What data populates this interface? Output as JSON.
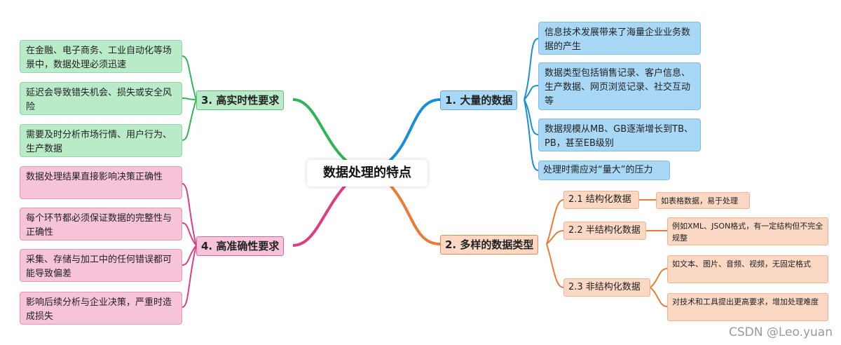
{
  "root": {
    "label": "数据处理的特点"
  },
  "branches": [
    {
      "label": "1. 大量的数据",
      "color": "#1a8ed8",
      "children": [
        "信息技术发展带来了海量企业业务数据的产生",
        "数据类型包括销售记录、客户信息、生产数据、网页浏览记录、社交互动等",
        "数据规模从MB、GB逐渐增长到TB、PB，甚至EB级别",
        "处理时需应对“量大”的压力"
      ]
    },
    {
      "label": "2. 多样的数据类型",
      "color": "#ec7a35",
      "children": [
        {
          "label": "2.1 结构化数据",
          "details": [
            "如表格数据，易于处理"
          ]
        },
        {
          "label": "2.2 半结构化数据",
          "details": [
            "例如XML、JSON格式，有一定结构但不完全规整"
          ]
        },
        {
          "label": "2.3 非结构化数据",
          "details": [
            "如文本、图片、音频、视频，无固定格式",
            "对技术和工具提出更高要求，增加处理难度"
          ]
        }
      ]
    },
    {
      "label": "3. 高实时性要求",
      "color": "#2fb457",
      "children": [
        "在金融、电子商务、工业自动化等场景中，数据处理必须迅速",
        "延迟会导致错失机会、损失或安全风险",
        "需要及时分析市场行情、用户行为、生产数据"
      ]
    },
    {
      "label": "4. 高准确性要求",
      "color": "#dc3d85",
      "children": [
        "数据处理结果直接影响决策正确性",
        "每个环节都必须保证数据的完整性与正确性",
        "采集、存储与加工中的任何错误都可能导致偏差",
        "影响后续分析与企业决策，严重时造成损失"
      ]
    }
  ],
  "watermark": "CSDN @Leo.yuan"
}
